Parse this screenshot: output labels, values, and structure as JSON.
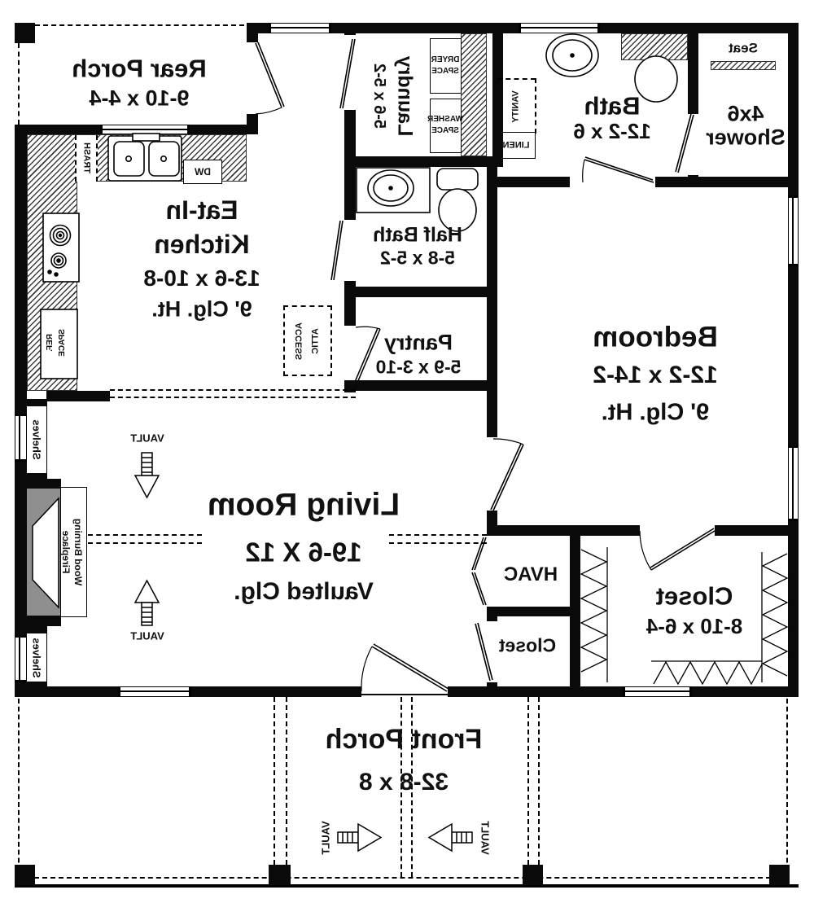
{
  "rooms": {
    "rear_porch": {
      "name": "Rear Porch",
      "dims": "9-10 x 4-4"
    },
    "front_porch": {
      "name": "Front Porch",
      "dims": "32-8 x 8"
    },
    "living": {
      "name": "Living Room",
      "dims": "19-6 X 12",
      "ceiling": "Vaulted Clg."
    },
    "kitchen": {
      "name_line1": "Eat-In",
      "name_line2": "Kitchen",
      "dims": "13-6 x 10-8",
      "ceiling": "9' Clg. Ht."
    },
    "laundry": {
      "name": "Laundry",
      "dims": "5-6 x 5-2"
    },
    "bath": {
      "name": "Bath",
      "dims": "12-2 x 6"
    },
    "shower": {
      "dims": "4x6",
      "name": "Shower",
      "seat": "Seat"
    },
    "bedroom": {
      "name": "Bedroom",
      "dims": "12-2 x 14-2",
      "ceiling": "9' Clg. Ht."
    },
    "half_bath": {
      "name": "Half Bath",
      "dims": "5-8 x 5-2"
    },
    "pantry": {
      "name": "Pantry",
      "dims": "5-9 x 3-10"
    },
    "hvac": {
      "name": "HVAC"
    },
    "coat_closet": {
      "name": "Closet"
    },
    "walkin_closet": {
      "name": "Closet",
      "dims": "8-10 x 6-4"
    }
  },
  "labels": {
    "vault": "VAULT",
    "shelves": "Shelves",
    "fireplace_line1": "Wood Burning",
    "fireplace_line2": "Fireplace",
    "trash": "TRASH",
    "dishwasher": "DW",
    "ref_line1": "REF.",
    "ref_line2": "SPACE",
    "washer_line1": "WASHER",
    "washer_line2": "SPACE",
    "dryer_line1": "DRYER",
    "dryer_line2": "SPACE",
    "vanity": "VANITY",
    "linen": "LINEN",
    "attic_line1": "ATTIC",
    "attic_line2": "ACCESS"
  },
  "colors": {
    "wall": "#0a0a0a",
    "fireplace_gray": "#8f8f8f",
    "text": "#111111"
  }
}
